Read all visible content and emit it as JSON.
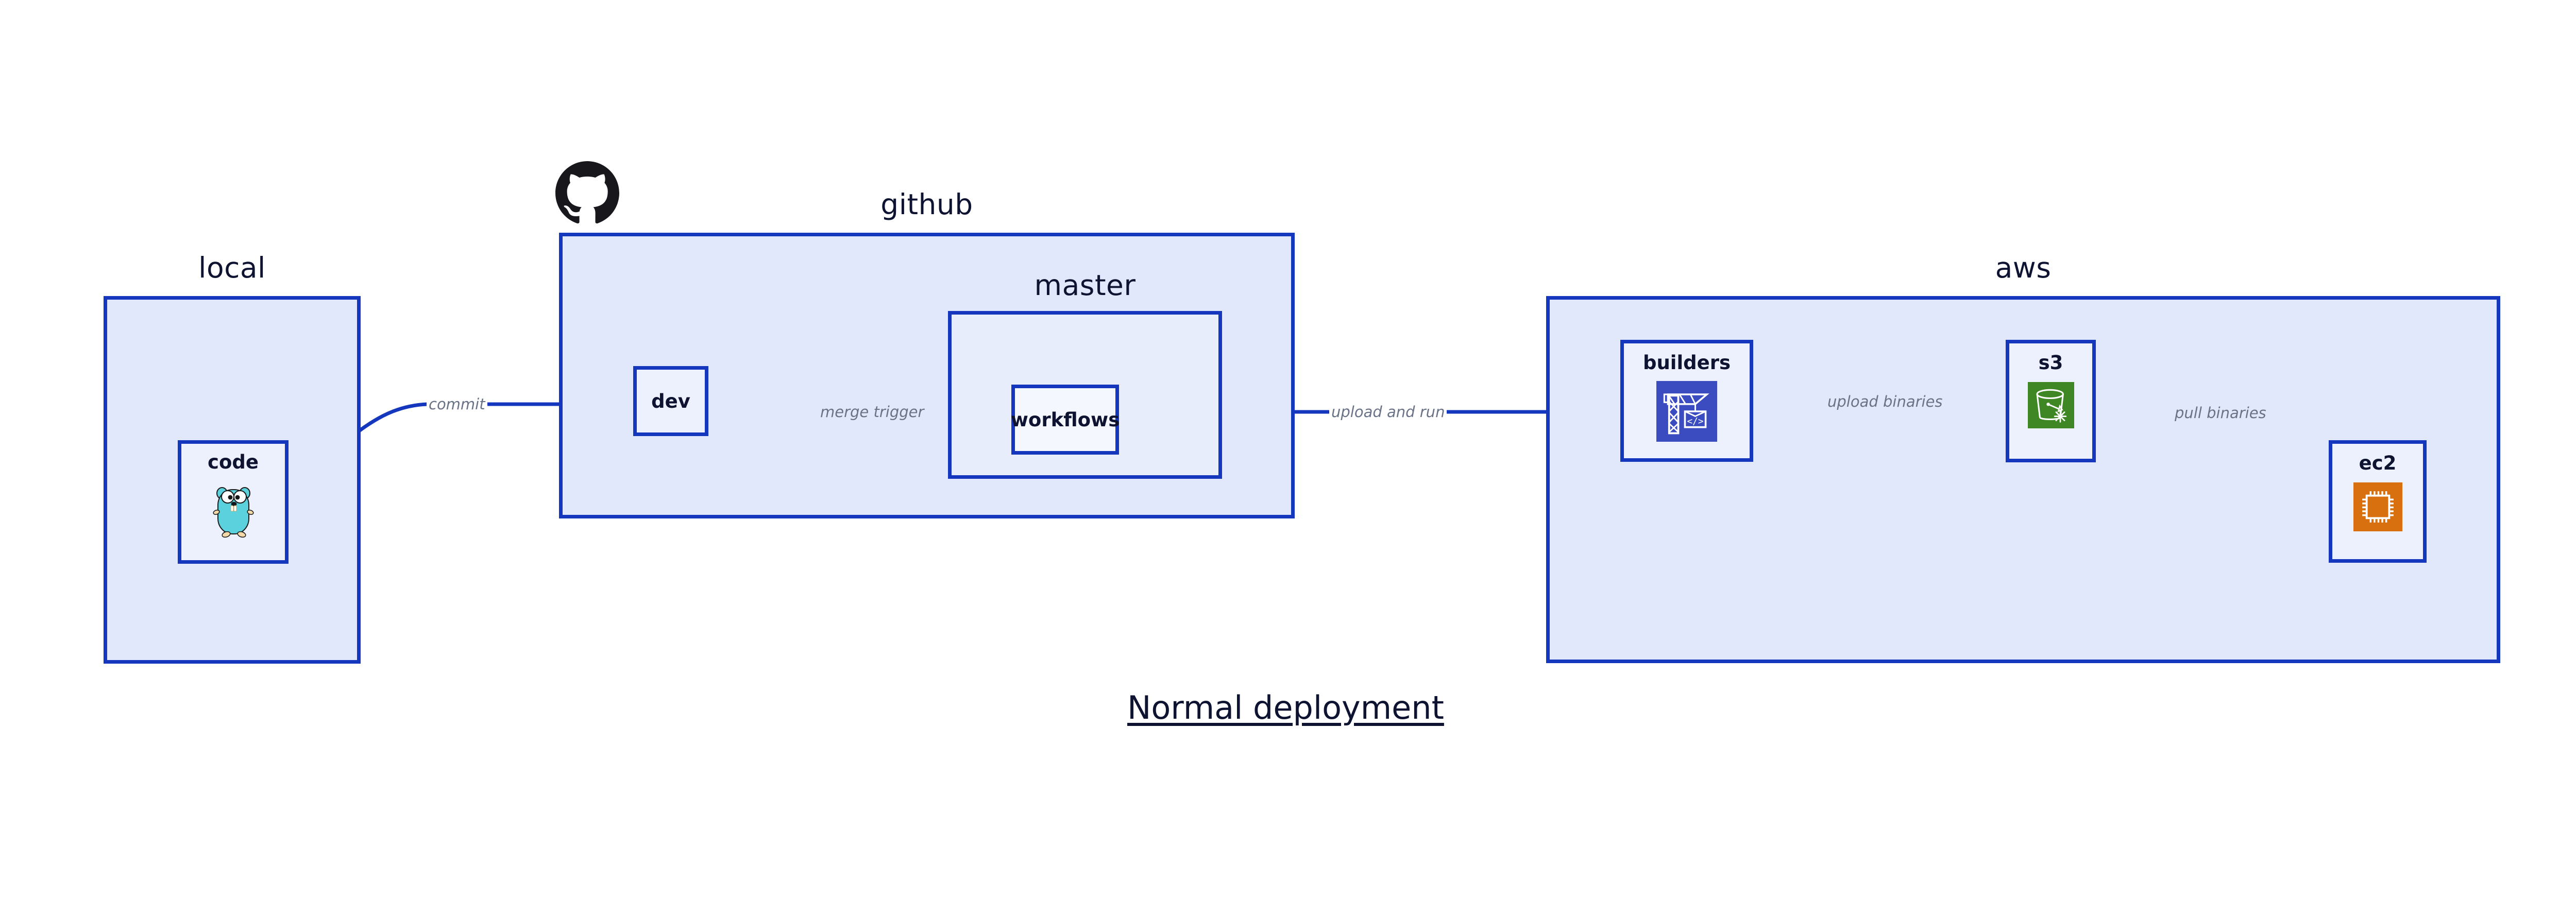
{
  "diagram": {
    "title": "Normal deployment",
    "accent_color": "#1437bd",
    "group_fill": "#e2e8fb",
    "node_fill": "#edf1fd",
    "label_color": "#0d1330",
    "edge_label_color": "#6a7287"
  },
  "groups": [
    {
      "id": "local",
      "label": "local"
    },
    {
      "id": "github",
      "label": "github"
    },
    {
      "id": "master",
      "label": "master"
    },
    {
      "id": "aws",
      "label": "aws"
    }
  ],
  "nodes": [
    {
      "id": "code",
      "label": "code",
      "icon": "go-gopher-icon",
      "icon_color": "#5ad1dc"
    },
    {
      "id": "dev",
      "label": "dev",
      "icon": "none",
      "icon_color": ""
    },
    {
      "id": "workflows",
      "label": "workflows",
      "icon": "none",
      "icon_color": ""
    },
    {
      "id": "builders",
      "label": "builders",
      "icon": "crane-code-icon",
      "icon_color": "#3b4cc0"
    },
    {
      "id": "s3",
      "label": "s3",
      "icon": "s3-bucket-icon",
      "icon_color": "#3f8624"
    },
    {
      "id": "ec2",
      "label": "ec2",
      "icon": "cpu-chip-icon",
      "icon_color": "#d9700f"
    }
  ],
  "edges": [
    {
      "id": "commit",
      "from": "code",
      "to": "dev",
      "label": "commit"
    },
    {
      "id": "merge-trigger",
      "from": "dev",
      "to": "workflows",
      "label": "merge trigger"
    },
    {
      "id": "upload-and-run",
      "from": "workflows",
      "to": "builders",
      "label": "upload and run"
    },
    {
      "id": "upload-binaries",
      "from": "builders",
      "to": "s3",
      "label": "upload binaries"
    },
    {
      "id": "pull-binaries",
      "from": "s3",
      "to": "ec2",
      "label": "pull binaries"
    }
  ],
  "branding": {
    "github_logo": "github-octocat-icon"
  }
}
